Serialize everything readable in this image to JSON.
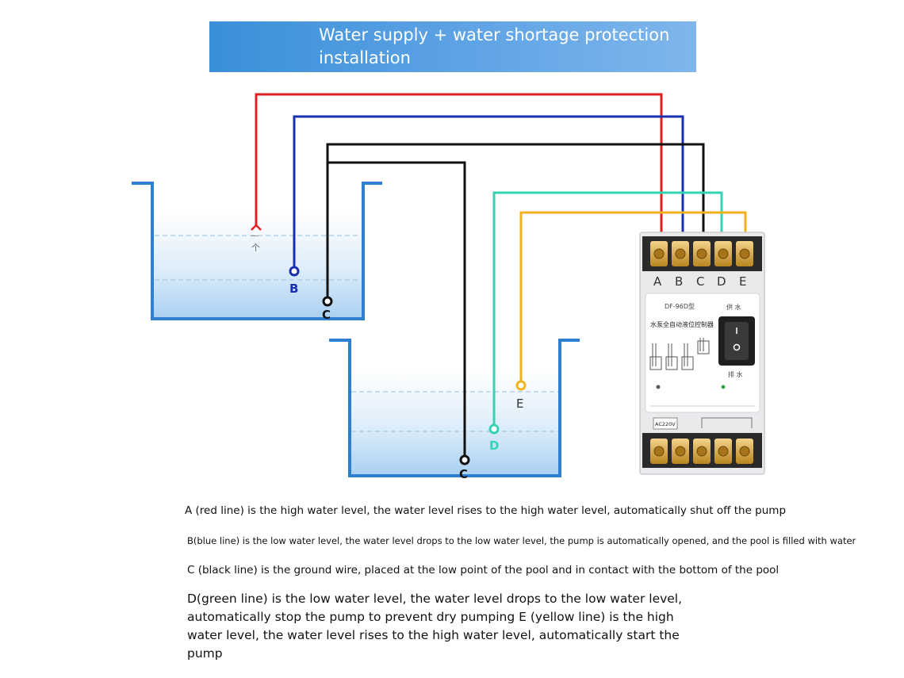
{
  "banner": {
    "title": "Water supply + water shortage protection installation"
  },
  "colors": {
    "A": "#e02020",
    "B": "#1a2fb0",
    "C": "#111111",
    "D": "#33d3b4",
    "E": "#f1b21e",
    "banner": "#4a98dc",
    "tank": "#2f7fd0",
    "water": "#cfe6f8"
  },
  "probes": {
    "A_mark": "—\n个",
    "B": "B",
    "C_upper": "C",
    "C_lower": "C",
    "D": "D",
    "E": "E"
  },
  "controller": {
    "terminal_letters": [
      "A",
      "B",
      "C",
      "D",
      "E"
    ],
    "model": "DF-96D型",
    "name": "水泵全自动液位控制器",
    "mode_top": "供 水",
    "mode_bottom": "排 水",
    "power_label": "AC220V"
  },
  "notes": {
    "a": "A (red line) is the high water level, the water level rises to the high water level, automatically shut off the pump",
    "b": "B(blue line) is the low water level, the water level drops to the low water level, the pump is automatically opened, and the pool is filled with water",
    "c": "C (black line) is the ground wire, placed at the low point of the pool and in contact with the bottom of the pool",
    "d": "D(green line) is the low water level, the water level drops to the low water level, automatically stop the pump to prevent dry pumping E (yellow line) is the high water level, the water level rises to the high water level, automatically start the pump"
  }
}
